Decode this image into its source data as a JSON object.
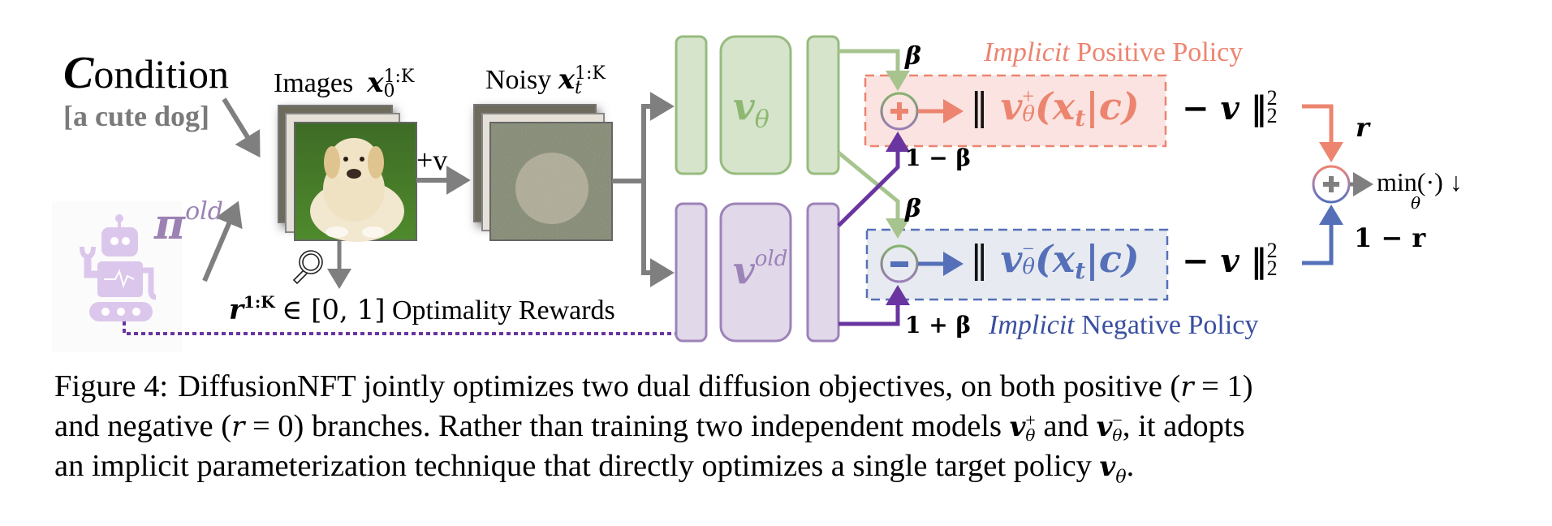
{
  "figure": {
    "condition": {
      "title_initial": "C",
      "title_rest": "ondition",
      "prompt": "[a cute dog]"
    },
    "policy_old": {
      "symbol": "π",
      "superscript": "old",
      "icon": "robot-icon"
    },
    "images": {
      "label": "Images",
      "symbol": "x",
      "subscript": "0",
      "superscript": "1:K"
    },
    "add_noise_label": "+v",
    "noisy": {
      "label": "Noisy",
      "symbol": "x",
      "subscript": "t",
      "superscript": "1:K"
    },
    "rewards": {
      "symbol": "r",
      "superscript": "1:K",
      "range": "∈ [0, 1]",
      "label": "Optimality Rewards",
      "icon": "magnifier-icon"
    },
    "models": {
      "current": {
        "symbol": "v",
        "subscript": "θ"
      },
      "old": {
        "symbol": "v",
        "superscript": "old"
      }
    },
    "positive_branch": {
      "title_italic": "Implicit",
      "title_rest": "Positive Policy",
      "op": "+",
      "weight_top": "β",
      "weight_bottom": "1 − β",
      "expr_prefix": "‖ ",
      "expr_symbol": "v",
      "expr_sup": "+",
      "expr_sub": "θ",
      "expr_args": "(x",
      "expr_args_sub": "t",
      "expr_args_end": "|c)",
      "tail": "− v ‖",
      "tail_sup": "2",
      "tail_sub": "2",
      "reward_weight": "r"
    },
    "negative_branch": {
      "title_italic": "Implicit",
      "title_rest": "Negative Policy",
      "op": "−",
      "weight_top": "β",
      "weight_bottom": "1 + β",
      "expr_prefix": "‖ ",
      "expr_symbol": "v",
      "expr_sup": "−",
      "expr_sub": "θ",
      "expr_args": "(x",
      "expr_args_sub": "t",
      "expr_args_end": "|c)",
      "tail": "− v ‖",
      "tail_sup": "2",
      "tail_sub": "2",
      "reward_weight": "1 − r"
    },
    "objective": {
      "op": "+",
      "label": "min(·) ↓",
      "sub": "θ"
    },
    "colors": {
      "green_fill": "#d6e4cc",
      "green_stroke": "#97bb7f",
      "purple_fill": "#e1d8ea",
      "purple_stroke": "#9c83b8",
      "purple_arrow": "#6a35a0",
      "gray_arrow": "#7f7f7f",
      "pos_color": "#ec8470",
      "pos_fill": "#fae3e0",
      "neg_color": "#5570b8",
      "neg_fill": "#e7eaf1",
      "neg_title": "#3a4fa0",
      "robot": "#dcc7ec",
      "condition_prompt": "#7a7a7a"
    }
  },
  "caption": {
    "lines": [
      [
        "Figure 4:",
        "DiffusionNFT jointly optimizes two dual diffusion objectives, on both positive (",
        "r",
        " = 1)"
      ],
      [
        "and negative (",
        "r",
        " = 0) branches. Rather than training two independent models ",
        "v",
        "+",
        "θ",
        " and ",
        "v",
        "−",
        "θ",
        ", it adopts"
      ],
      [
        "an implicit parameterization technique that directly optimizes a single target policy ",
        "v",
        "θ",
        "."
      ]
    ]
  }
}
